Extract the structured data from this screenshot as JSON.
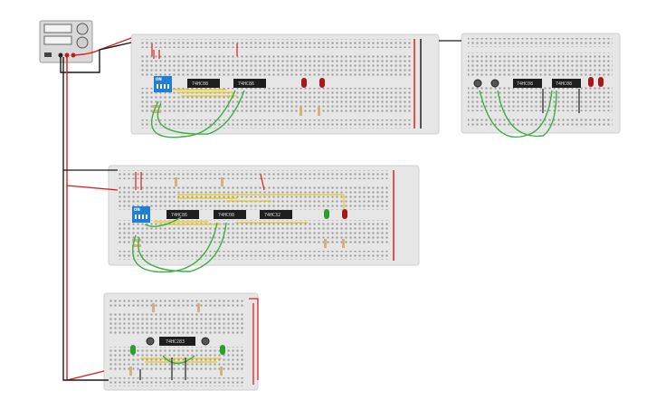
{
  "psu": {
    "label": "",
    "color": "#dcdcdc"
  },
  "colors": {
    "board": "#e6e6e6",
    "rail_red": "#e02020",
    "rail_black": "#222222",
    "wire_red": "#d91e1e",
    "wire_black": "#1a1a1a",
    "wire_green": "#3cb043",
    "wire_yellow": "#e8c818",
    "chip": "#1e1e1e",
    "dip": "#1f7fd6",
    "led_red": "#a81818",
    "led_green": "#2aa02a",
    "resistor": "#d8b07a"
  },
  "boards": {
    "b1": {
      "chips": [
        "74HC08",
        "74HC86"
      ],
      "dip": "ON",
      "leds": [
        "red",
        "red"
      ]
    },
    "b2": {
      "chips": [
        "74HC08",
        "74HC08"
      ],
      "buttons": 2,
      "leds": [
        "red",
        "red"
      ]
    },
    "b3": {
      "chips": [
        "74HC86",
        "74HC08",
        "74HC32"
      ],
      "dip": "ON",
      "leds": [
        "green",
        "red"
      ]
    },
    "b4": {
      "chips": [
        "74HC283"
      ],
      "buttons": 2,
      "leds": [
        "green",
        "green"
      ]
    }
  }
}
